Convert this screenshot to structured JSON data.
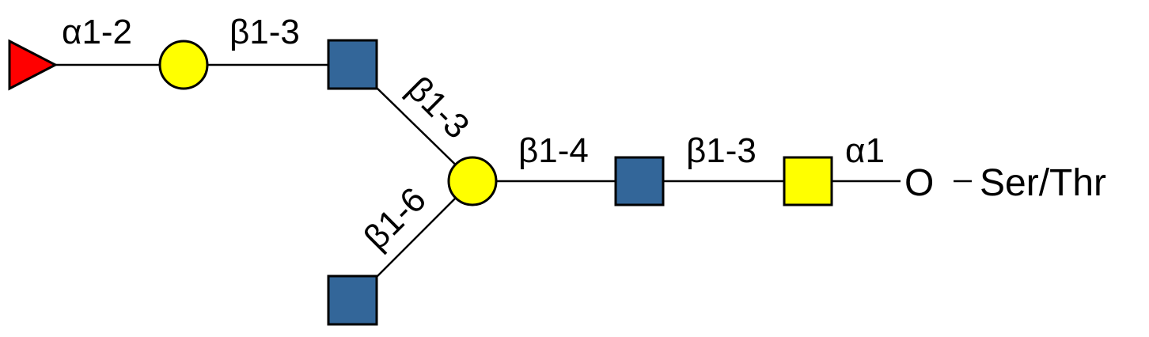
{
  "colors": {
    "fucose": "#FF0000",
    "galactose": "#FFFF00",
    "glcnac": "#336699",
    "galnac": "#FFFF00"
  },
  "linkages": {
    "fuc_gal": "α1-2",
    "gal_glcnac_top": "β1-3",
    "glcnac_gal_branch3": "β1-3",
    "glcnac_gal_branch6": "β1-6",
    "gal_glcnac_core": "β1-4",
    "glcnac_galnac": "β1-3",
    "galnac_anomer": "α1"
  },
  "aglycone": {
    "oxygen": "O",
    "residue": "Ser/Thr"
  }
}
